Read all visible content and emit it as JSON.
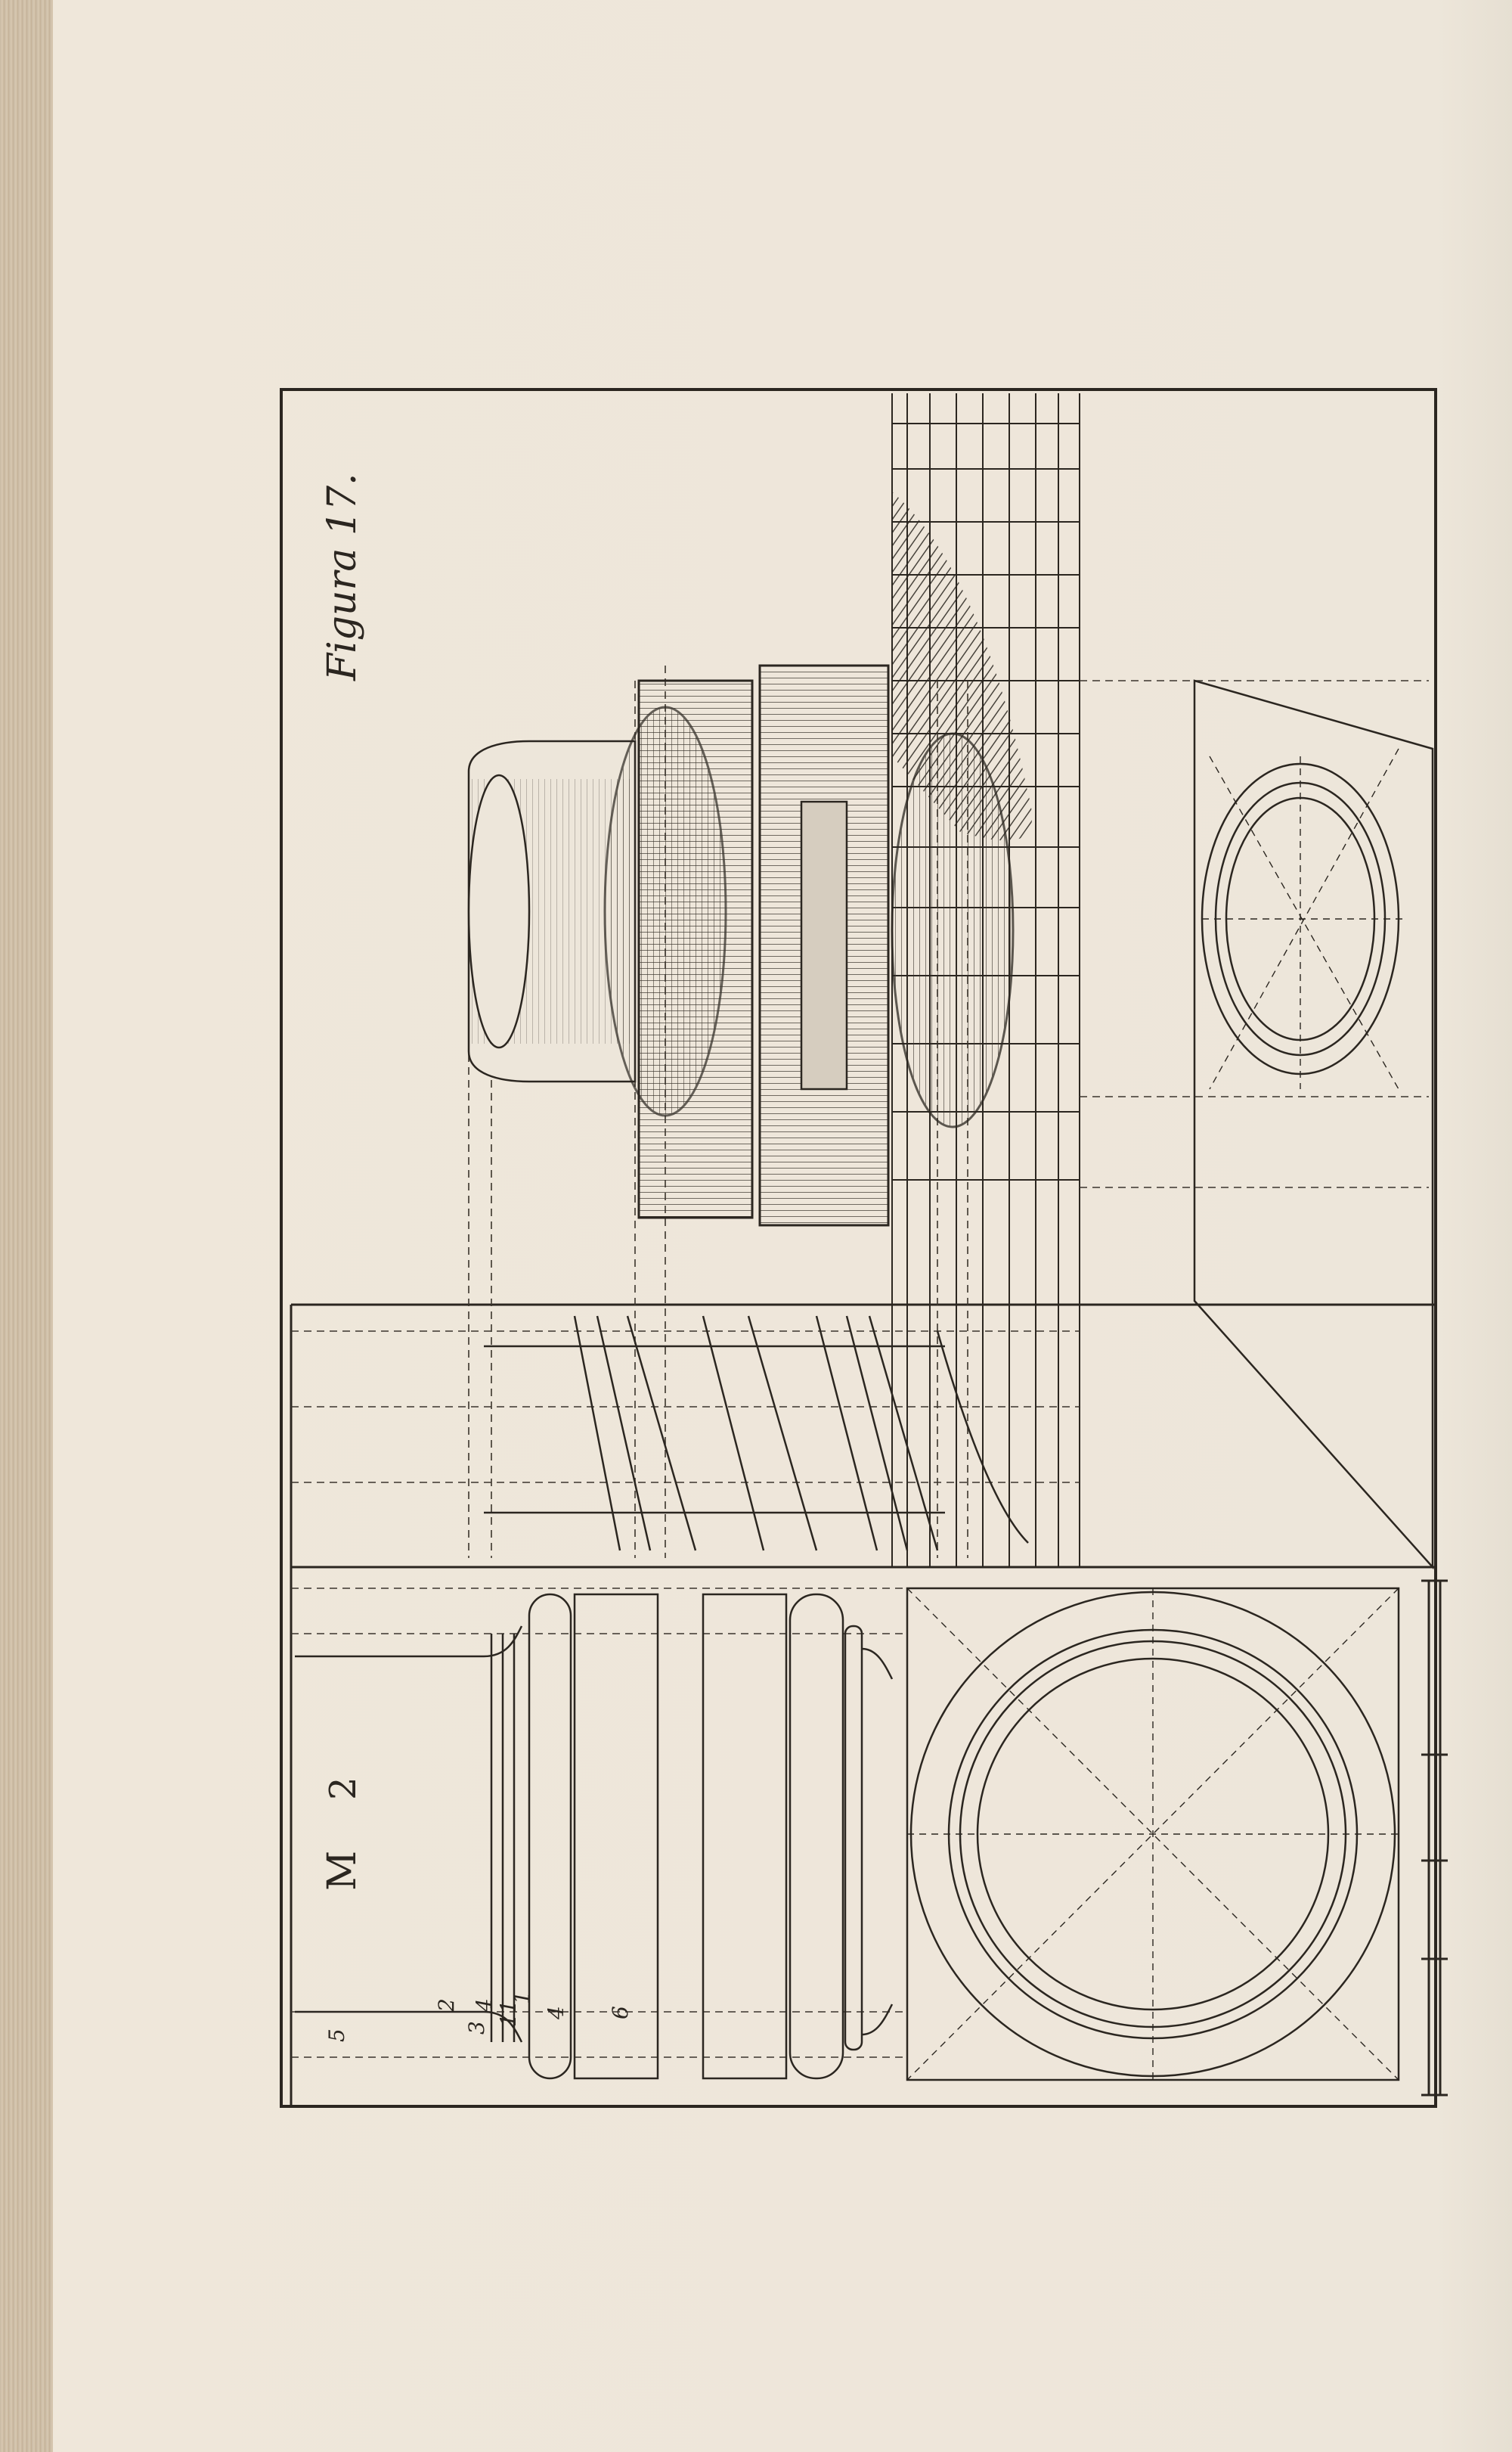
{
  "plate": {
    "figure_title": "Figura 17.",
    "plate_mark": "M",
    "plate_number": "2",
    "molding_numbers": [
      "5",
      "2",
      "3",
      "4",
      "11",
      "1",
      "4",
      "6"
    ]
  }
}
